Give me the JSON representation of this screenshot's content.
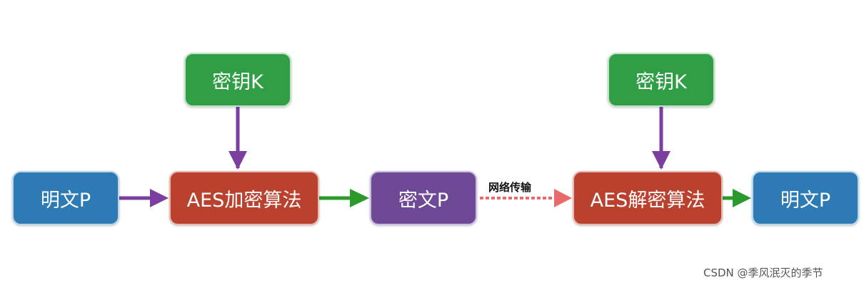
{
  "nodes": {
    "key_left": "密钥K",
    "key_right": "密钥K",
    "plaintext_left": "明文P",
    "encrypt": "AES加密算法",
    "ciphertext": "密文P",
    "decrypt": "AES解密算法",
    "plaintext_right": "明文P"
  },
  "edges": {
    "network_label": "网络传输"
  },
  "watermark": "CSDN @季风泯灭的季节",
  "colors": {
    "key": "#2f9e44",
    "plaintext": "#2d7ab5",
    "algorithm": "#b9412e",
    "ciphertext": "#6e4a96",
    "arrow_key": "#7b3fa0",
    "arrow_plain": "#7b3fa0",
    "arrow_output": "#2b9a2b",
    "arrow_network": "#e86b6b"
  }
}
